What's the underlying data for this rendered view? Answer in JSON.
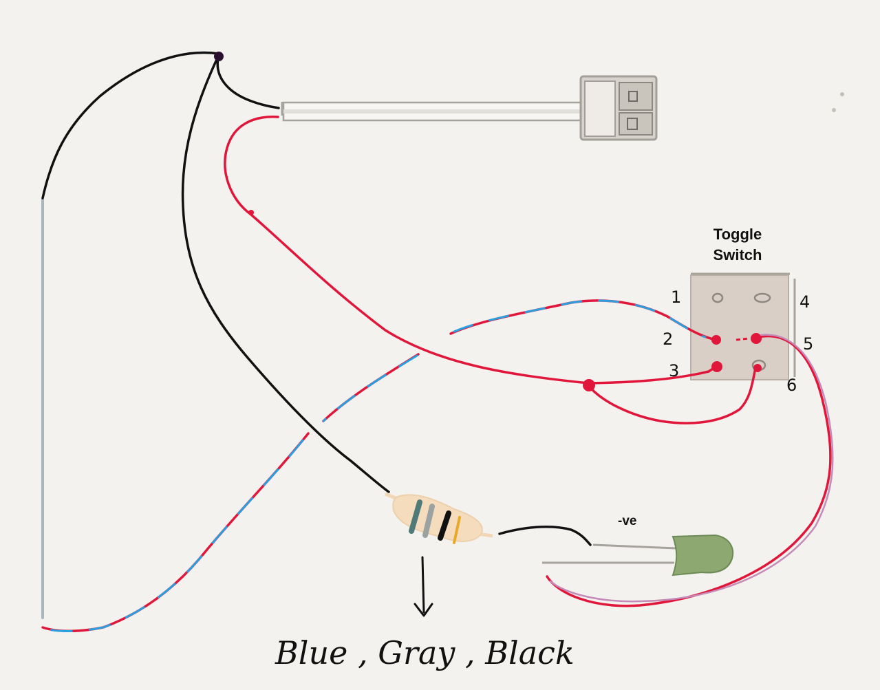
{
  "toggle_switch": {
    "title_line1": "Toggle",
    "title_line2": "Switch",
    "pins": [
      "1",
      "2",
      "3",
      "4",
      "5",
      "6"
    ]
  },
  "led": {
    "negative_label": "-ve"
  },
  "resistor": {
    "bands_caption": "Blue , Gray , Black",
    "bands": [
      "#4f7a78",
      "#9aa3a2",
      "#111111",
      "#e8a92a"
    ]
  },
  "colors": {
    "red_wire": "#e0163a",
    "black_wire": "#111111",
    "blue_dash": "#2aa0e0",
    "pink_wire": "#c48ab8",
    "gray_wire": "#a9b6bb",
    "background": "#f4f2ee"
  }
}
